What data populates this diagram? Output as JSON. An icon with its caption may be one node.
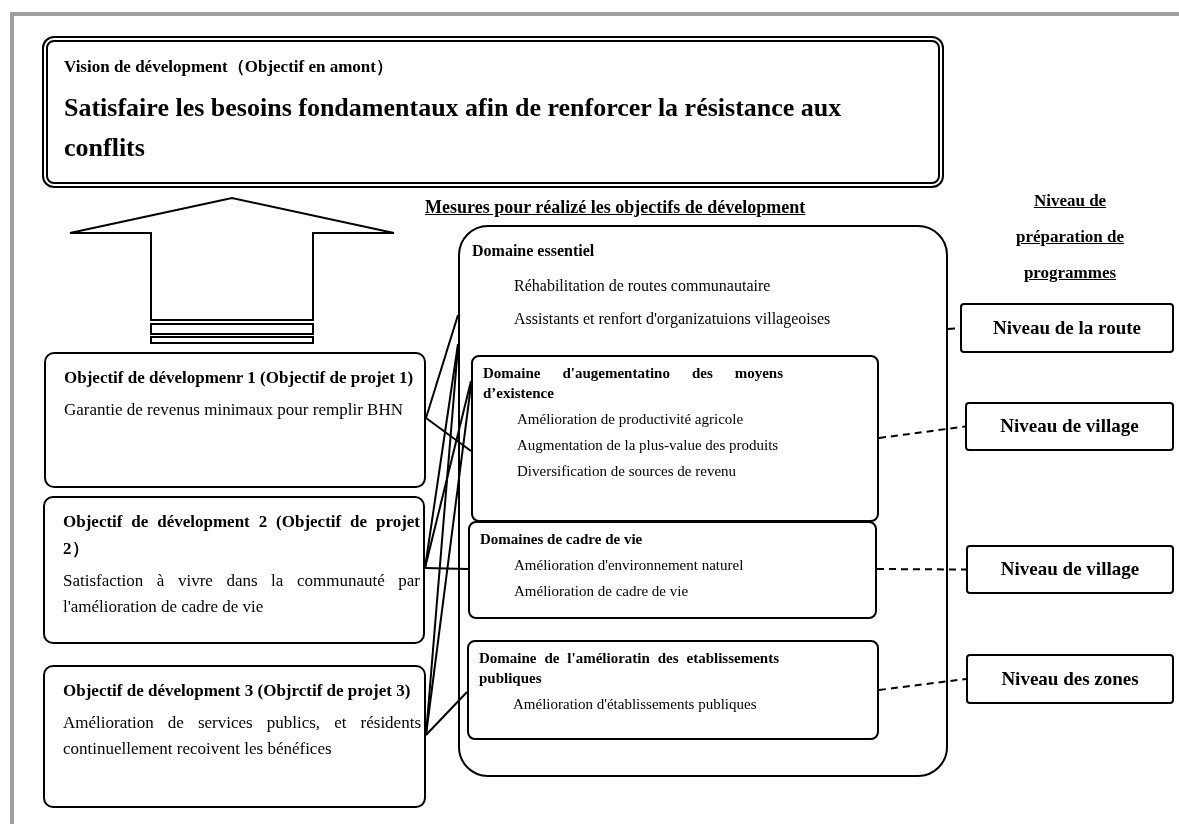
{
  "diagram": {
    "nodes": [
      {
        "text": [
          "Vision de dévelopment（Objectif en amont）",
          "Satisfaire les besoins fondamentaux afin de renforcer la résistance aux conflits"
        ]
      },
      {
        "text": [
          "Mesures pour réalizé les objectifs de dévelopment",
          "Domaine essentiel",
          "Réhabilitation de routes communautaire",
          "Assistants et renfort d'organizatuions villageoises"
        ]
      },
      {
        "text": [
          "**Domaine d'augementatino des moyens** d’existence",
          "Amélioration de productivité agricole",
          "Augmentation de la plus-value des produits",
          "Diversification de sources de revenu"
        ],
        "in": 1
      },
      {
        "text": [
          "Domaines de cadre de vie",
          "Amélioration d'environnement naturel",
          "Amélioration de cadre de vie"
        ],
        "in": 1
      },
      {
        "text": [
          "Domaine de l'amélioratin des etablissements publiques",
          "Amélioration d'établissements publiques"
        ],
        "in": 1
      },
      {
        "text": [
          "Objectif de dévelopmenr 1 (Objectif de projet 1)",
          "Garantie de revenus minimaux pour remplir BHN"
        ]
      },
      {
        "text": [
          "Objectif de dévelopment 2 (Objectif de projet 2）",
          "Satisfaction à vivre dans la communauté par l'amélioration de cadre de vie"
        ]
      },
      {
        "text": [
          "Objectif de dévelopment 3 (Objrctif de projet 3)",
          "Amélioration de services publics, et résidents continuellement recoivent les bénéfices"
        ]
      },
      {
        "text": [
          "Niveau de la route"
        ]
      },
      {
        "text": [
          "Niveau de village"
        ]
      },
      {
        "text": [
          "Niveau de village"
        ]
      },
      {
        "text": [
          "Niveau des zones"
        ]
      }
    ],
    "edges": [
      {
        "from": 5,
        "to": 0,
        "arrow": "to"
      },
      {
        "from": 5,
        "to": 1,
        "arrow": "none"
      },
      {
        "from": 5,
        "to": 2,
        "arrow": "none"
      },
      {
        "from": 6,
        "to": 1,
        "arrow": "none"
      },
      {
        "from": 6,
        "to": 2,
        "arrow": "none"
      },
      {
        "from": 6,
        "to": 3,
        "arrow": "none"
      },
      {
        "from": 7,
        "to": 1,
        "arrow": "none"
      },
      {
        "from": 7,
        "to": 2,
        "arrow": "none"
      },
      {
        "from": 7,
        "to": 4,
        "arrow": "none"
      },
      {
        "from": 1,
        "to": 8,
        "arrow": "none",
        "style": "dashed"
      },
      {
        "from": 2,
        "to": 9,
        "arrow": "none",
        "style": "dashed"
      },
      {
        "from": 3,
        "to": 10,
        "arrow": "none",
        "style": "dashed"
      },
      {
        "from": 4,
        "to": 11,
        "arrow": "none",
        "style": "dashed"
      }
    ],
    "labels": [
      "Niveau de préparation de programmes"
    ]
  }
}
